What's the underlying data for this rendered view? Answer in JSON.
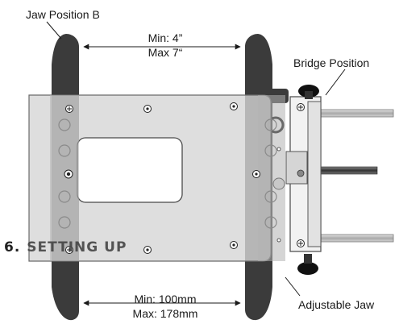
{
  "callouts": {
    "jaw_position": "Jaw Position B",
    "bridge_position": "Bridge Position",
    "adjustable_jaw": "Adjustable Jaw"
  },
  "dimensions": {
    "top_min": "Min:  4”",
    "top_max": "Max  7“",
    "bottom_min": "Min: 100mm",
    "bottom_max": "Max: 178mm"
  },
  "section": {
    "number": "6.",
    "title": "SETTING UP"
  },
  "colors": {
    "jaw": "#3b3b3b",
    "plate": "#d9d9d9",
    "plate_stroke": "#6b6b6b",
    "bracket": "#eeeeee",
    "rod": "#bdbdbd"
  }
}
